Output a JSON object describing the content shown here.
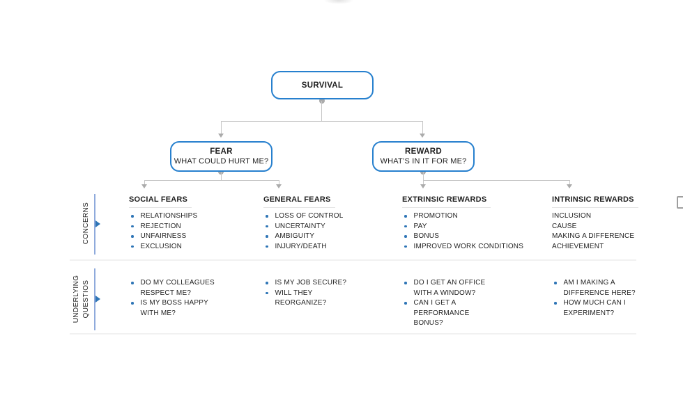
{
  "root": {
    "label": "SURVIVAL"
  },
  "branches": [
    {
      "title": "FEAR",
      "subtitle": "WHAT COULD HURT ME?"
    },
    {
      "title": "REWARD",
      "subtitle": "WHAT’S IN IT FOR ME?"
    }
  ],
  "rows": [
    {
      "label": "CONCERNS"
    },
    {
      "label": "UNDERLYING QUESTIOS",
      "lines": [
        "UNDERLYING",
        "QUESTIOS"
      ]
    }
  ],
  "columns": [
    {
      "header": "SOCIAL FEARS",
      "concerns": [
        "RELATIONSHIPS",
        "REJECTION",
        "UNFAIRNESS",
        "EXCLUSION"
      ],
      "questions": [
        "DO MY COLLEAGUES RESPECT ME?",
        "IS MY BOSS HAPPY WITH ME?"
      ]
    },
    {
      "header": "GENERAL FEARS",
      "concerns": [
        "LOSS OF CONTROL",
        "UNCERTAINTY",
        "AMBIGUITY",
        "INJURY/DEATH"
      ],
      "questions": [
        "IS MY JOB SECURE?",
        "WILL THEY REORGANIZE?"
      ]
    },
    {
      "header": "EXTRINSIC REWARDS",
      "concerns": [
        "PROMOTION",
        "PAY",
        "BONUS",
        "IMPROVED WORK CONDITIONS"
      ],
      "questions": [
        "DO I GET AN OFFICE WITH A WINDOW?",
        "CAN I GET A PERFORMANCE BONUS?"
      ]
    },
    {
      "header": "INTRINSIC REWARDS",
      "concerns": [
        "INCLUSION",
        "CAUSE",
        "MAKING A DIFFERENCE",
        "ACHIEVEMENT"
      ],
      "questions": [
        "AM I MAKING A DIFFERENCE HERE?",
        "HOW MUCH CAN I EXPERIMENT?"
      ]
    }
  ],
  "colors": {
    "node_border": "#2780ce",
    "bullet": "#2e75b6",
    "bracket_line": "#8faadc",
    "bracket_arrow": "#2e75b6",
    "connector": "#c6c6c6",
    "connector_node": "#ababab",
    "divider": "#f1f1f1",
    "text": "#1f1f1f"
  }
}
